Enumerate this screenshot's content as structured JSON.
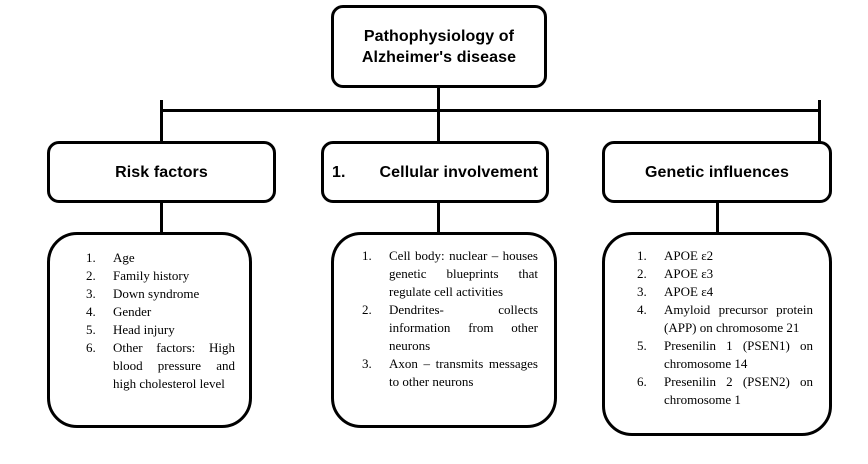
{
  "diagram": {
    "title_box": {
      "line1": "Pathophysiology of",
      "line2": "Alzheimer's disease"
    },
    "branches": [
      {
        "id": "risk",
        "header": "Risk factors",
        "items": [
          {
            "num": "1.",
            "text": "Age",
            "justify": false
          },
          {
            "num": "2.",
            "text": "Family history",
            "justify": false
          },
          {
            "num": "3.",
            "text": "Down syndrome",
            "justify": false
          },
          {
            "num": "4.",
            "text": "Gender",
            "justify": false
          },
          {
            "num": "5.",
            "text": "Head injury",
            "justify": false
          },
          {
            "num": "6.",
            "text": "Other factors: High blood pressure and high cholesterol level",
            "justify": true
          }
        ]
      },
      {
        "id": "cellular",
        "header_num": "1.",
        "header": "Cellular involvement",
        "items": [
          {
            "num": "1.",
            "text": "Cell body: nuclear – houses genetic blueprints that regulate cell activities",
            "justify": true
          },
          {
            "num": "2.",
            "text": "Dendrites- collects information from other neurons",
            "justify": true
          },
          {
            "num": "3.",
            "text": "Axon – transmits messages to other neurons",
            "justify": true
          }
        ]
      },
      {
        "id": "genetic",
        "header": "Genetic influences",
        "items": [
          {
            "num": "1.",
            "text": "APOE ε2",
            "justify": false
          },
          {
            "num": "2.",
            "text": "APOE ε3",
            "justify": false
          },
          {
            "num": "3.",
            "text": "APOE ε4",
            "justify": false
          },
          {
            "num": "4.",
            "text": "Amyloid precursor protein (APP) on chromosome 21",
            "justify": true
          },
          {
            "num": "5.",
            "text": "Presenilin 1 (PSEN1) on chromosome 14",
            "justify": true
          },
          {
            "num": "6.",
            "text": "Presenilin 2 (PSEN2) on chromosome 1",
            "justify": true
          }
        ]
      }
    ],
    "colors": {
      "stroke": "#000000",
      "background": "#ffffff",
      "text": "#000000"
    }
  }
}
